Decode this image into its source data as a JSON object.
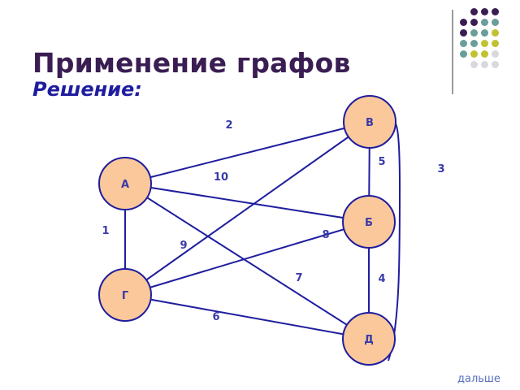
{
  "title": "Применение графов",
  "subtitle": "Решение:",
  "graph": {
    "nodes": [
      {
        "id": "A",
        "label": "А"
      },
      {
        "id": "V",
        "label": "В"
      },
      {
        "id": "B",
        "label": "Б"
      },
      {
        "id": "G",
        "label": "Г"
      },
      {
        "id": "D",
        "label": "Д"
      }
    ],
    "edges": [
      {
        "from": "A",
        "to": "V",
        "weight": "2"
      },
      {
        "from": "A",
        "to": "B",
        "weight": "10"
      },
      {
        "from": "A",
        "to": "G",
        "weight": "1"
      },
      {
        "from": "A",
        "to": "D",
        "weight": "7"
      },
      {
        "from": "G",
        "to": "V",
        "weight": "9"
      },
      {
        "from": "G",
        "to": "B",
        "weight": "8"
      },
      {
        "from": "G",
        "to": "D",
        "weight": "6"
      },
      {
        "from": "V",
        "to": "B",
        "weight": "5"
      },
      {
        "from": "B",
        "to": "D",
        "weight": "4"
      },
      {
        "from": "D",
        "to": "V",
        "weight": "3"
      }
    ]
  },
  "nav": {
    "next_label": "дальше"
  },
  "colors": {
    "node_fill": "#fac89b",
    "node_stroke": "#1f1d9e",
    "edge": "#1f1d9e",
    "label": "#3a3aa8",
    "title": "#3a1d52",
    "subtitle": "#1f1d9e"
  }
}
